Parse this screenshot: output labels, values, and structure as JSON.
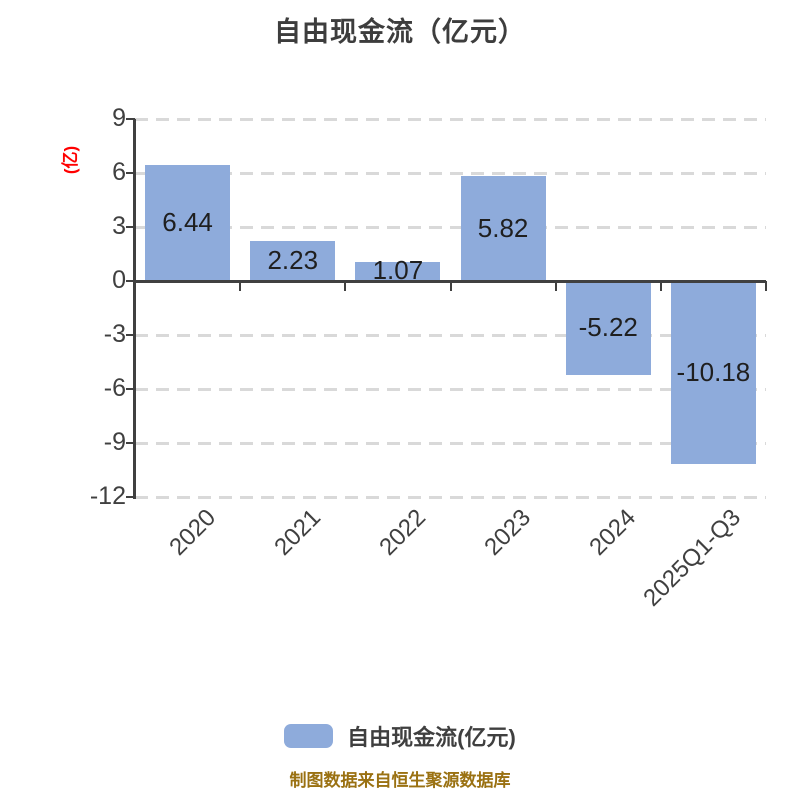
{
  "title": "自由现金流（亿元）",
  "y_axis": {
    "unit_label": "(亿)",
    "ticks": [
      9,
      6,
      3,
      0,
      -3,
      -6,
      -9,
      -12
    ],
    "min": -12,
    "max": 9
  },
  "chart_data": {
    "type": "bar",
    "title": "自由现金流（亿元）",
    "categories": [
      "2020",
      "2021",
      "2022",
      "2023",
      "2024",
      "2025Q1-Q3"
    ],
    "values": [
      6.44,
      2.23,
      1.07,
      5.82,
      -5.22,
      -10.18
    ],
    "value_labels": [
      "6.44",
      "2.23",
      "1.07",
      "5.82",
      "-5.22",
      "-10.18"
    ],
    "xlabel": "",
    "ylabel": "(亿)",
    "ylim": [
      -12,
      9
    ],
    "ytick_step": 3,
    "grid": "horizontal-dashed",
    "legend_position": "bottom"
  },
  "legend": {
    "label": "自由现金流(亿元)"
  },
  "footer": {
    "text": "制图数据来自恒生聚源数据库"
  },
  "colors": {
    "bar": "#8EABDB",
    "axis": "#404040",
    "grid": "#D9D9D9",
    "title_text": "#3D3D3D",
    "tick_text": "#404040",
    "value_text": "#1F1F1F",
    "unit_label": "#FF0000",
    "footer_text": "#9A7112"
  }
}
